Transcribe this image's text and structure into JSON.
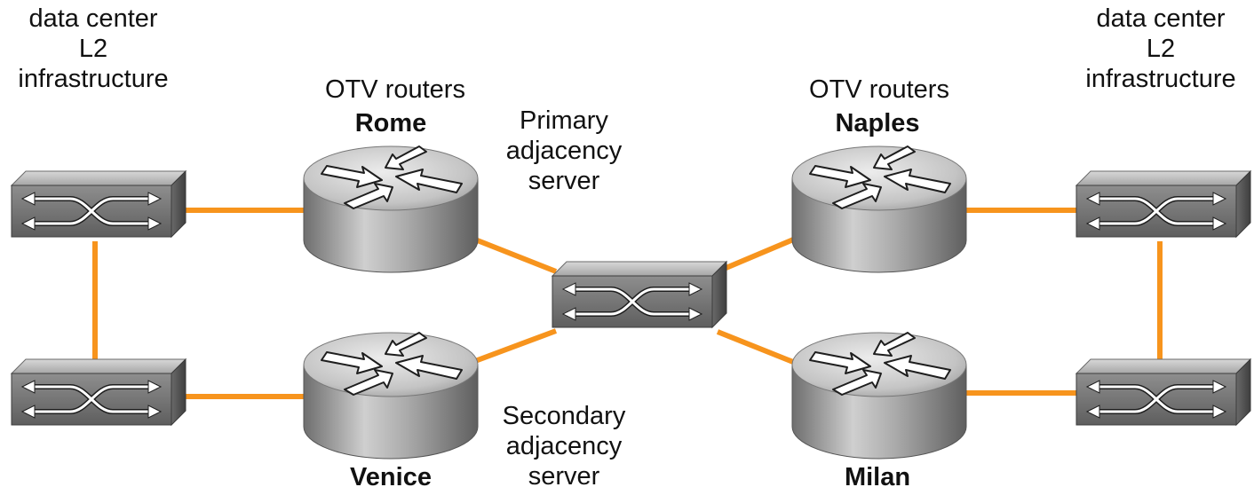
{
  "labels": {
    "dc_left": [
      "data center",
      "L2",
      "infrastructure"
    ],
    "dc_right": [
      "data center",
      "L2",
      "infrastructure"
    ],
    "otv_left": "OTV routers",
    "otv_right": "OTV routers",
    "rome": "Rome",
    "naples": "Naples",
    "venice": "Venice",
    "milan": "Milan",
    "primary": [
      "Primary",
      "adjacency",
      "server"
    ],
    "secondary": [
      "Secondary",
      "adjacency",
      "server"
    ]
  },
  "colors": {
    "link": "#f7941d",
    "switch_front": "#7a7a7a",
    "switch_top": "#bcbcbc",
    "switch_side": "#5a5a5a",
    "router_body": "#8c8c8c",
    "router_top": "#d4d4d4"
  },
  "nodes": [
    {
      "id": "sw-dc-left-top",
      "kind": "switch",
      "icon": "switch-icon"
    },
    {
      "id": "sw-dc-left-bottom",
      "kind": "switch",
      "icon": "switch-icon"
    },
    {
      "id": "router-rome",
      "kind": "router",
      "icon": "router-icon"
    },
    {
      "id": "router-venice",
      "kind": "router",
      "icon": "router-icon"
    },
    {
      "id": "sw-adjacency",
      "kind": "switch",
      "icon": "switch-icon"
    },
    {
      "id": "router-naples",
      "kind": "router",
      "icon": "router-icon"
    },
    {
      "id": "router-milan",
      "kind": "router",
      "icon": "router-icon"
    },
    {
      "id": "sw-dc-right-top",
      "kind": "switch",
      "icon": "switch-icon"
    },
    {
      "id": "sw-dc-right-bottom",
      "kind": "switch",
      "icon": "switch-icon"
    }
  ],
  "links": [
    [
      "sw-dc-left-top",
      "router-rome"
    ],
    [
      "sw-dc-left-bottom",
      "router-venice"
    ],
    [
      "sw-dc-left-top",
      "sw-dc-left-bottom"
    ],
    [
      "router-rome",
      "sw-adjacency"
    ],
    [
      "router-venice",
      "sw-adjacency"
    ],
    [
      "sw-adjacency",
      "router-naples"
    ],
    [
      "sw-adjacency",
      "router-milan"
    ],
    [
      "router-naples",
      "sw-dc-right-top"
    ],
    [
      "router-milan",
      "sw-dc-right-bottom"
    ],
    [
      "sw-dc-right-top",
      "sw-dc-right-bottom"
    ]
  ]
}
